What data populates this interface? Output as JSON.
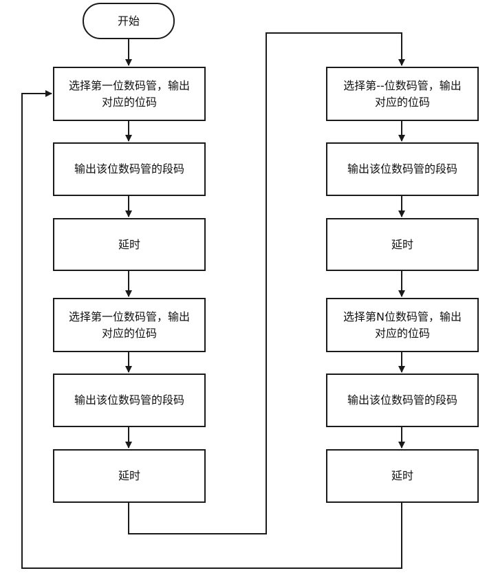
{
  "flowchart": {
    "start": {
      "label": "开始"
    },
    "left": [
      {
        "label": "选择第一位数码管，输出对应的位码"
      },
      {
        "label": "输出该位数码管的段码"
      },
      {
        "label": "延时"
      },
      {
        "label": "选择第一位数码管，输出对应的位码"
      },
      {
        "label": "输出该位数码管的段码"
      },
      {
        "label": "延时"
      }
    ],
    "right": [
      {
        "label": "选择第--位数码管，输出对应的位码"
      },
      {
        "label": "输出该位数码管的段码"
      },
      {
        "label": "延时"
      },
      {
        "label": "选择第N位数码管，输出对应的位码"
      },
      {
        "label": "输出该位数码管的段码"
      },
      {
        "label": "延时"
      }
    ],
    "colors": {
      "stroke": "#1a1a1a",
      "text": "#111111",
      "background": "#ffffff"
    }
  }
}
